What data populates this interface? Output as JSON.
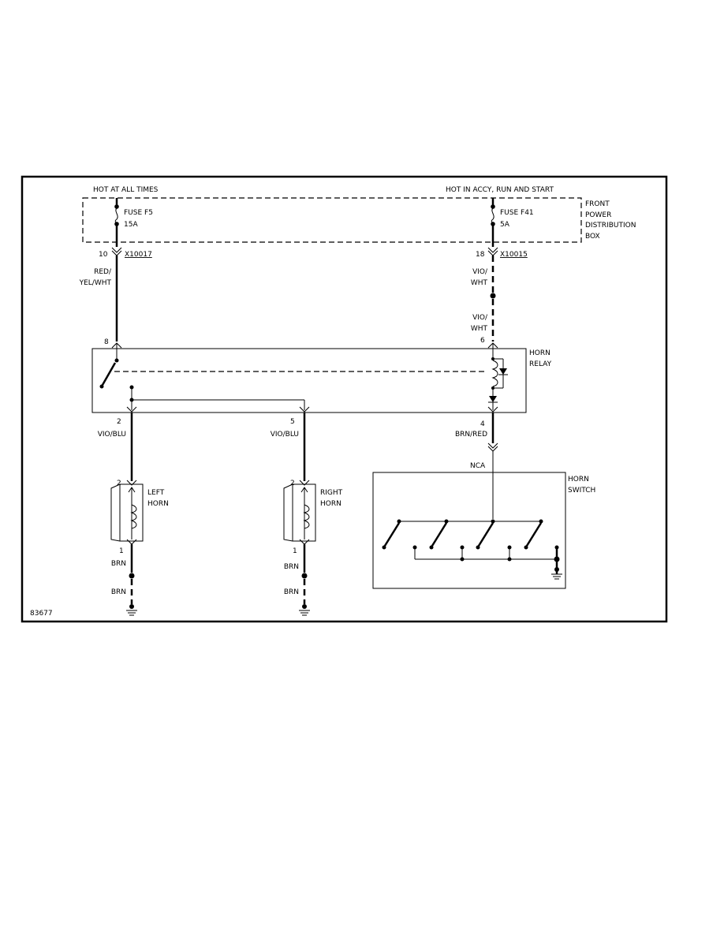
{
  "labels": {
    "hot_left": "HOT AT ALL TIMES",
    "hot_right": "HOT IN ACCY, RUN AND START",
    "box": [
      "FRONT",
      "POWER",
      "DISTRIBUTION",
      "BOX"
    ],
    "fuse_f5": "FUSE F5",
    "fuse_f5_rating": "15A",
    "fuse_f41": "FUSE F41",
    "fuse_f41_rating": "5A",
    "pin_10": "10",
    "conn_left": "X10017",
    "pin_18": "18",
    "conn_right": "X10015",
    "wire_red": "RED/",
    "wire_yelwht": "YEL/WHT",
    "wire_vio1": "VIO/",
    "wire_wht1": "WHT",
    "wire_vio2": "VIO/",
    "wire_wht2": "WHT",
    "pin_8": "8",
    "pin_6": "6",
    "relay": [
      "HORN",
      "RELAY"
    ],
    "pin_2": "2",
    "pin_5": "5",
    "pin_4": "4",
    "wire_vioblu_left": "VIO/BLU",
    "wire_vioblu_mid": "VIO/BLU",
    "wire_brnred": "BRN/RED",
    "nca": "NCA",
    "horn_switch": [
      "HORN",
      "SWITCH"
    ],
    "left_horn_pin_top": "2",
    "left_horn": [
      "LEFT",
      "HORN"
    ],
    "right_horn_pin_top": "2",
    "right_horn": [
      "RIGHT",
      "HORN"
    ],
    "left_horn_pin_bottom": "1",
    "right_horn_pin_bottom": "1",
    "brn_l1": "BRN",
    "brn_l2": "BRN",
    "brn_r1": "BRN",
    "brn_r2": "BRN",
    "figure_id": "83677"
  }
}
